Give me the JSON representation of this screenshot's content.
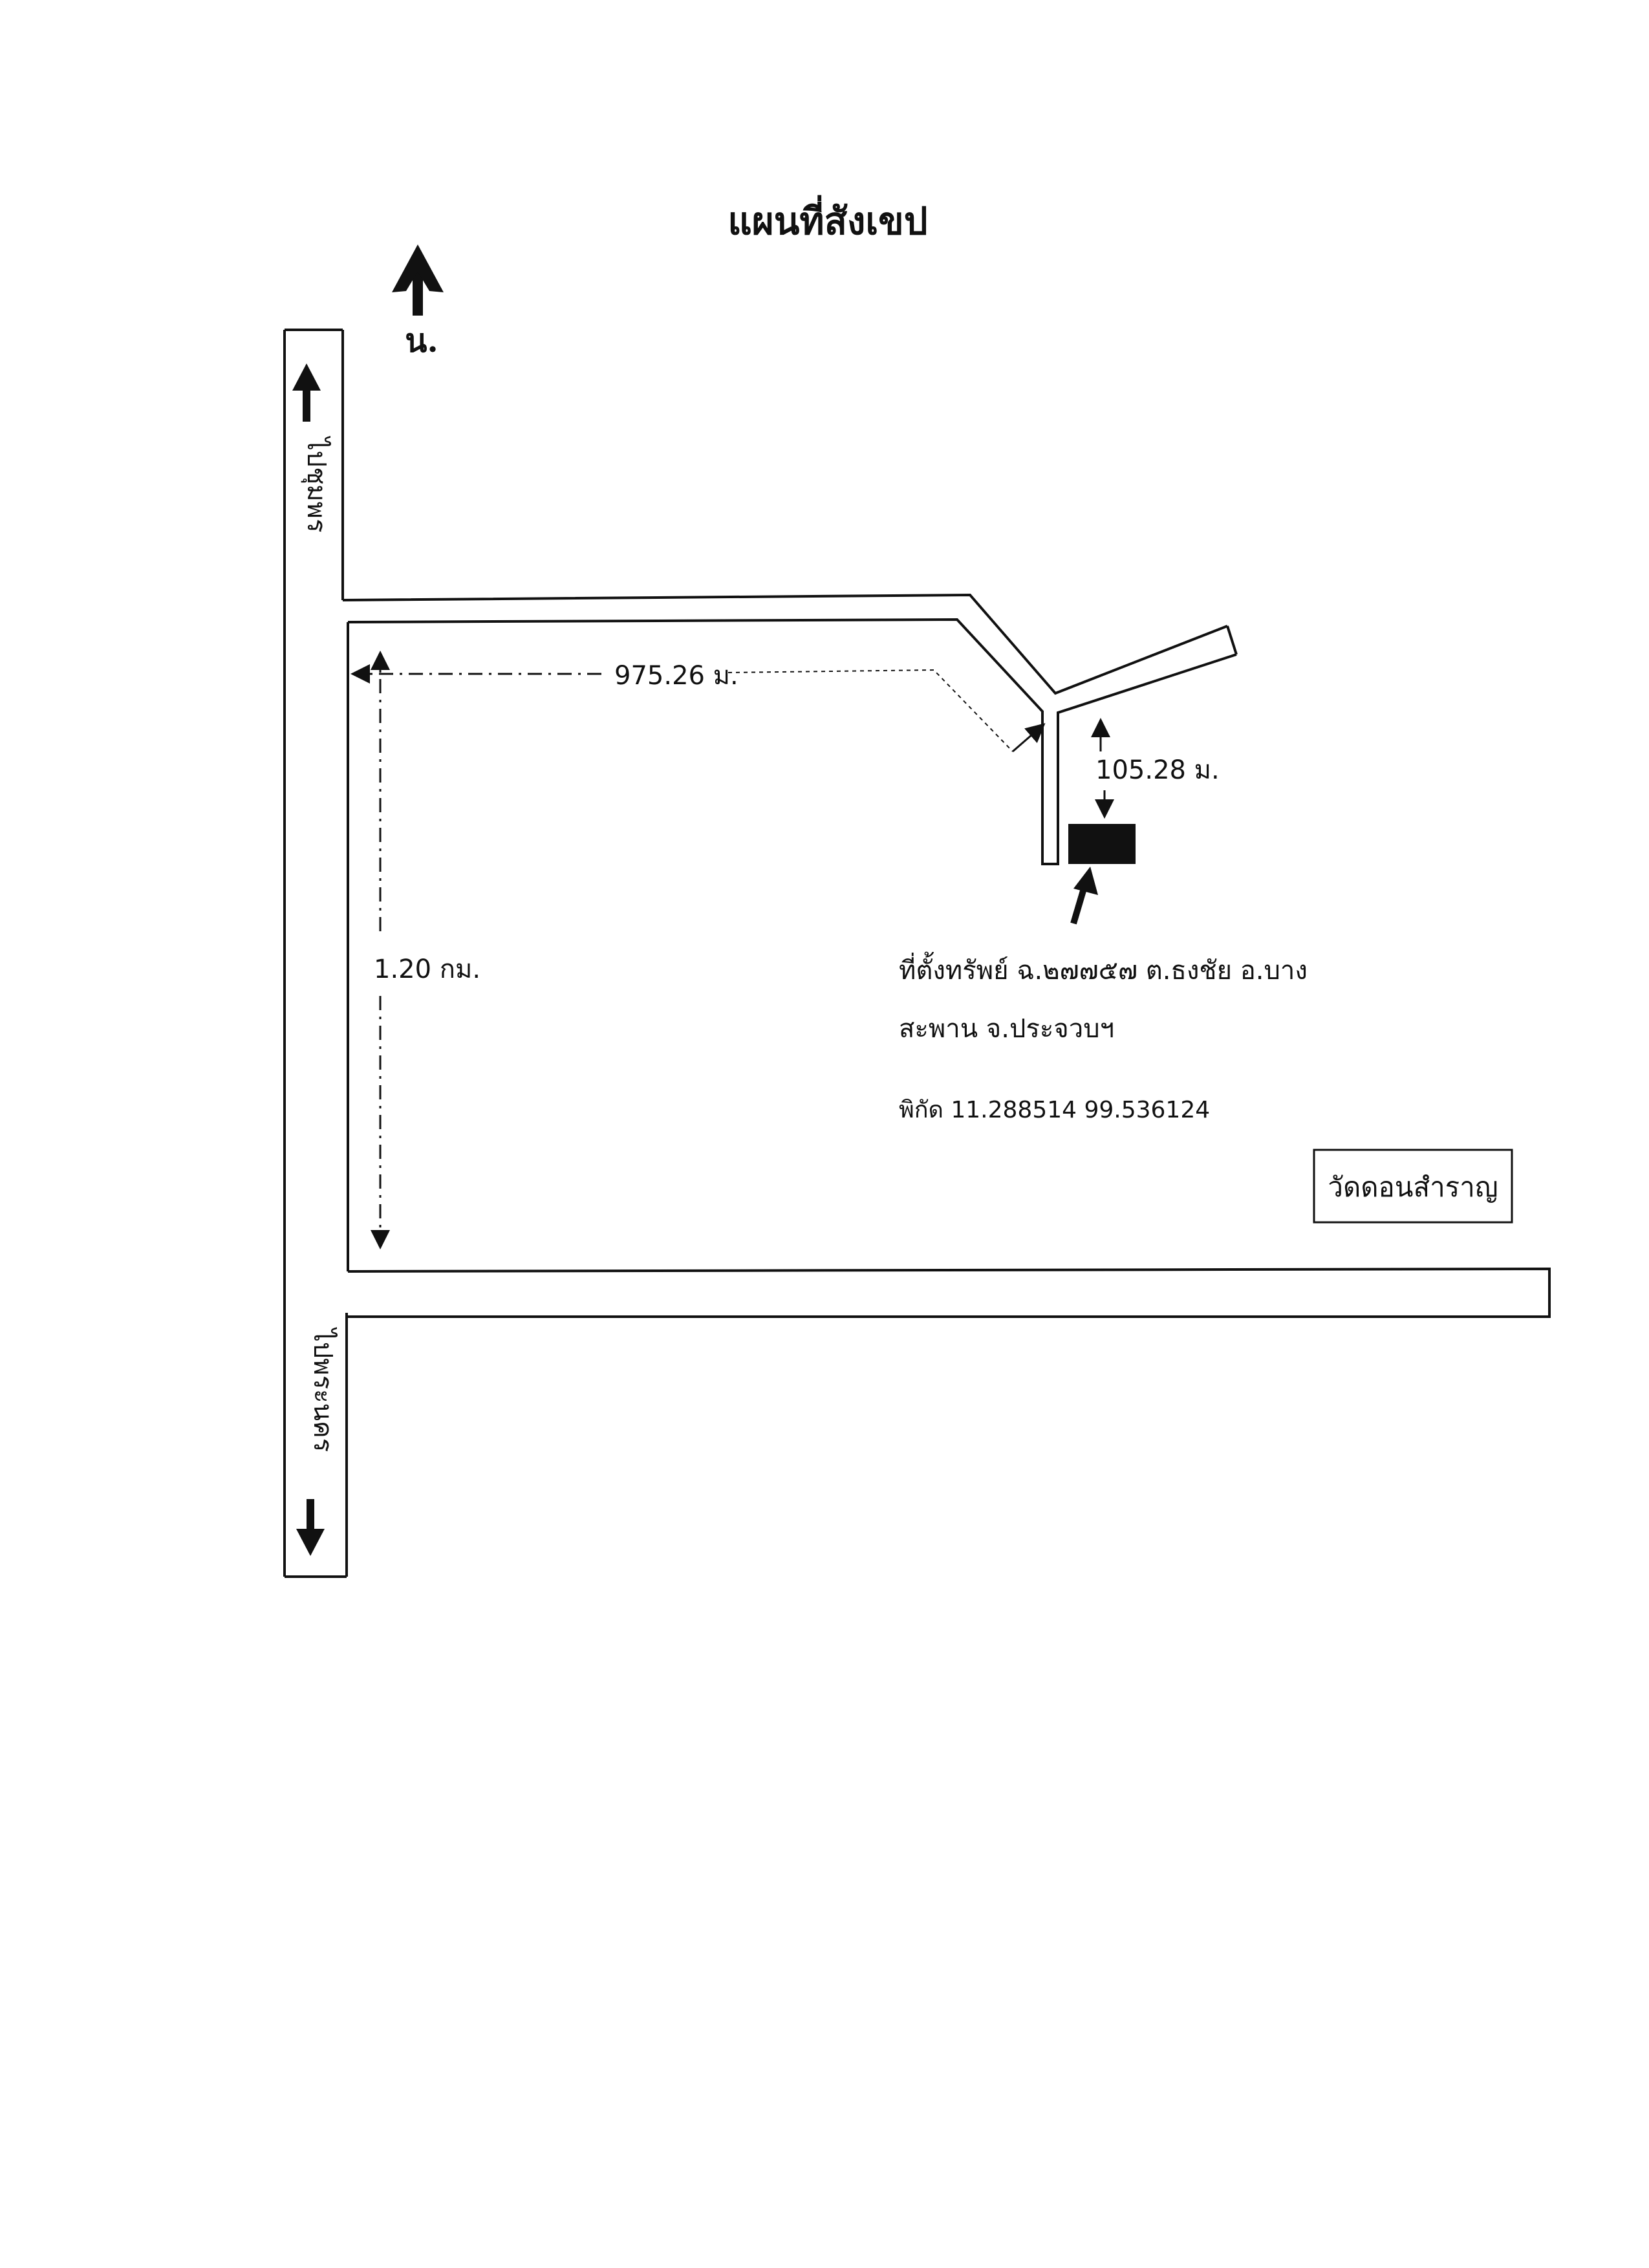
{
  "title": "แผนที่สังเขป",
  "north_label": "น.",
  "highway_top_label": "ไปชุมพร",
  "highway_bottom_label": "ไปพระนคร",
  "distance_horizontal": "975.26 ม.",
  "distance_vertical": "1.20 กม.",
  "distance_short": "105.28 ม.",
  "location": {
    "line1": "ที่ตั้งทรัพย์ ฉ.๒๗๗๕๗ ต.ธงชัย อ.บาง",
    "line2": "สะพาน จ.ประจวบฯ",
    "coords": "พิกัด 11.288514 99.536124"
  },
  "landmark": "วัดดอนสำราญ"
}
